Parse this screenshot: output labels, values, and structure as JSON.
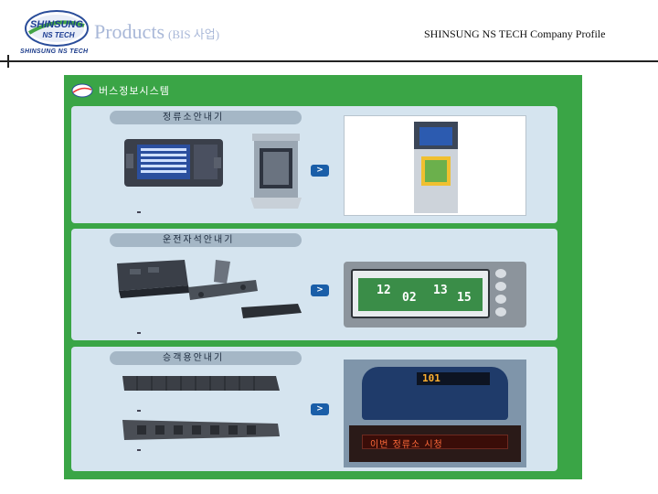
{
  "header": {
    "logo_line1": "SHINSUNG",
    "logo_line2": "NS TECH",
    "logo_subtitle": "SHINSUNG NS TECH",
    "title_main": "Products",
    "title_sub": "(BIS 사업)",
    "company": "SHINSUNG NS TECH Company Profile"
  },
  "panel": {
    "title": "버스정보시스템",
    "sections": [
      {
        "label": "정류소안내기"
      },
      {
        "label": "운전자석안내기"
      },
      {
        "label": "승객용안내기"
      }
    ],
    "arrow": ">",
    "display_sign": "101",
    "display_led_text": "이번 정류소 시청",
    "dashboard_values": [
      "12",
      "02",
      "13",
      "15"
    ]
  },
  "colors": {
    "panel_green": "#3aa546",
    "section_bg": "#d5e4ef",
    "label_bg": "#a5b7c6",
    "arrow_blue": "#1a5ea8",
    "title_color": "#a9b8d8"
  }
}
